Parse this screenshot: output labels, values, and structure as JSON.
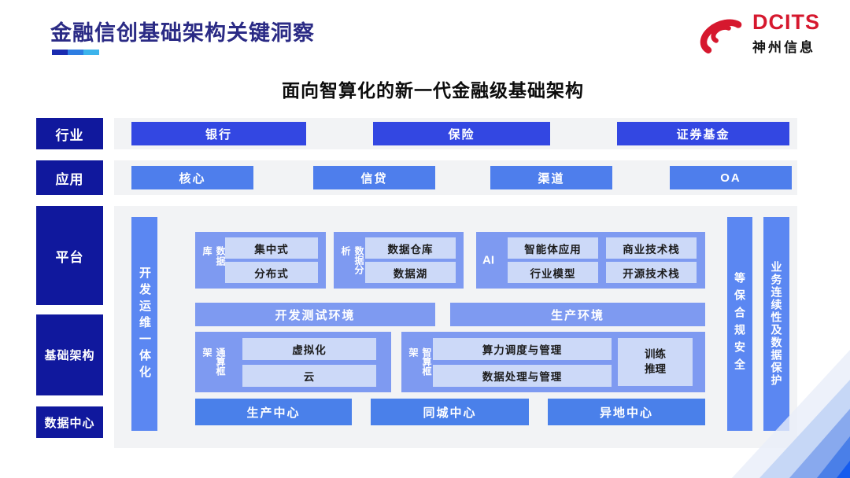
{
  "header": {
    "title": "金融信创基础架构关键洞察"
  },
  "logo": {
    "brand": "DCITS",
    "company": "神州信息",
    "icon": "red-swirl-icon",
    "brand_color": "#d6182e"
  },
  "diagram": {
    "subtitle": "面向智算化的新一代金融级基础架构",
    "sidebar": {
      "industry": "行业",
      "application": "应用",
      "platform": "平台",
      "infrastructure": "基础架构",
      "datacenter": "数据中心"
    },
    "industry_items": [
      "银行",
      "保险",
      "证券基金"
    ],
    "application_items": [
      "核心",
      "信贷",
      "渠道",
      "OA"
    ],
    "devops_bar": "开发运维一体化",
    "security_bar": "等保合规安全",
    "continuity_bar": "业务连续性及数据保护",
    "database": {
      "label": "数据库",
      "items": [
        "集中式",
        "分布式"
      ]
    },
    "analytics": {
      "label": "数据分析",
      "items": [
        "数据仓库",
        "数据湖"
      ]
    },
    "ai": {
      "label": "AI",
      "items": [
        "智能体应用",
        "商业技术栈",
        "行业模型",
        "开源技术栈"
      ]
    },
    "environments": {
      "dev_test": "开发测试环境",
      "production": "生产环境"
    },
    "general_compute": {
      "label": "通算框架",
      "items": [
        "虚拟化",
        "云"
      ]
    },
    "intelligent_compute": {
      "label": "智算框架",
      "items": [
        "算力调度与管理",
        "数据处理与管理"
      ],
      "side_lines": [
        "训练",
        "推理"
      ]
    },
    "centers": [
      "生产中心",
      "同城中心",
      "异地中心"
    ],
    "colors": {
      "sidebar_navy": "#10189d",
      "industry_blue": "#3347e2",
      "application_blue": "#4e7eec",
      "bar_blue": "#5b87f2",
      "group_blue": "#7e9af1",
      "inner_light_blue": "#ccd9f8",
      "center_blue": "#4a80ea",
      "panel_gray": "#f2f3f5",
      "title_navy": "#2b2b85",
      "brand_red": "#d6182e",
      "corner_bands": [
        "#e9eef9",
        "#c6d7f6",
        "#88a9ee",
        "#4a7fe8",
        "#155bee"
      ]
    }
  }
}
